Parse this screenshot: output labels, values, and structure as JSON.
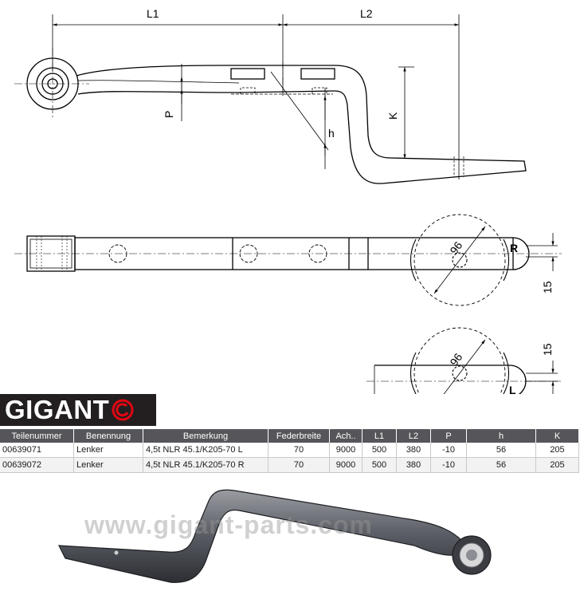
{
  "drawing": {
    "labels": {
      "l1": "L1",
      "l2": "L2",
      "p": "P",
      "h": "h",
      "k": "K",
      "diameter_top": "96",
      "diameter_bottom": "96",
      "side_right": "R",
      "side_left": "L",
      "offset_top": "15",
      "offset_bottom": "15"
    }
  },
  "brand": {
    "name": "GIGANT",
    "color": "#231f20",
    "accent": "#e30613"
  },
  "table": {
    "headers": [
      "Teilenummer",
      "Benennung",
      "Bemerkung",
      "Federbreite",
      "Ach..",
      "L1",
      "L2",
      "P",
      "h",
      "K"
    ],
    "rows": [
      [
        "00639071",
        "Lenker",
        "4,5t NLR 45.1/K205-70 L",
        "70",
        "9000",
        "500",
        "380",
        "-10",
        "56",
        "205"
      ],
      [
        "00639072",
        "Lenker",
        "4,5t NLR 45.1/K205-70 R",
        "70",
        "9000",
        "500",
        "380",
        "-10",
        "56",
        "205"
      ]
    ]
  },
  "watermark": "www.gigant-parts.com"
}
